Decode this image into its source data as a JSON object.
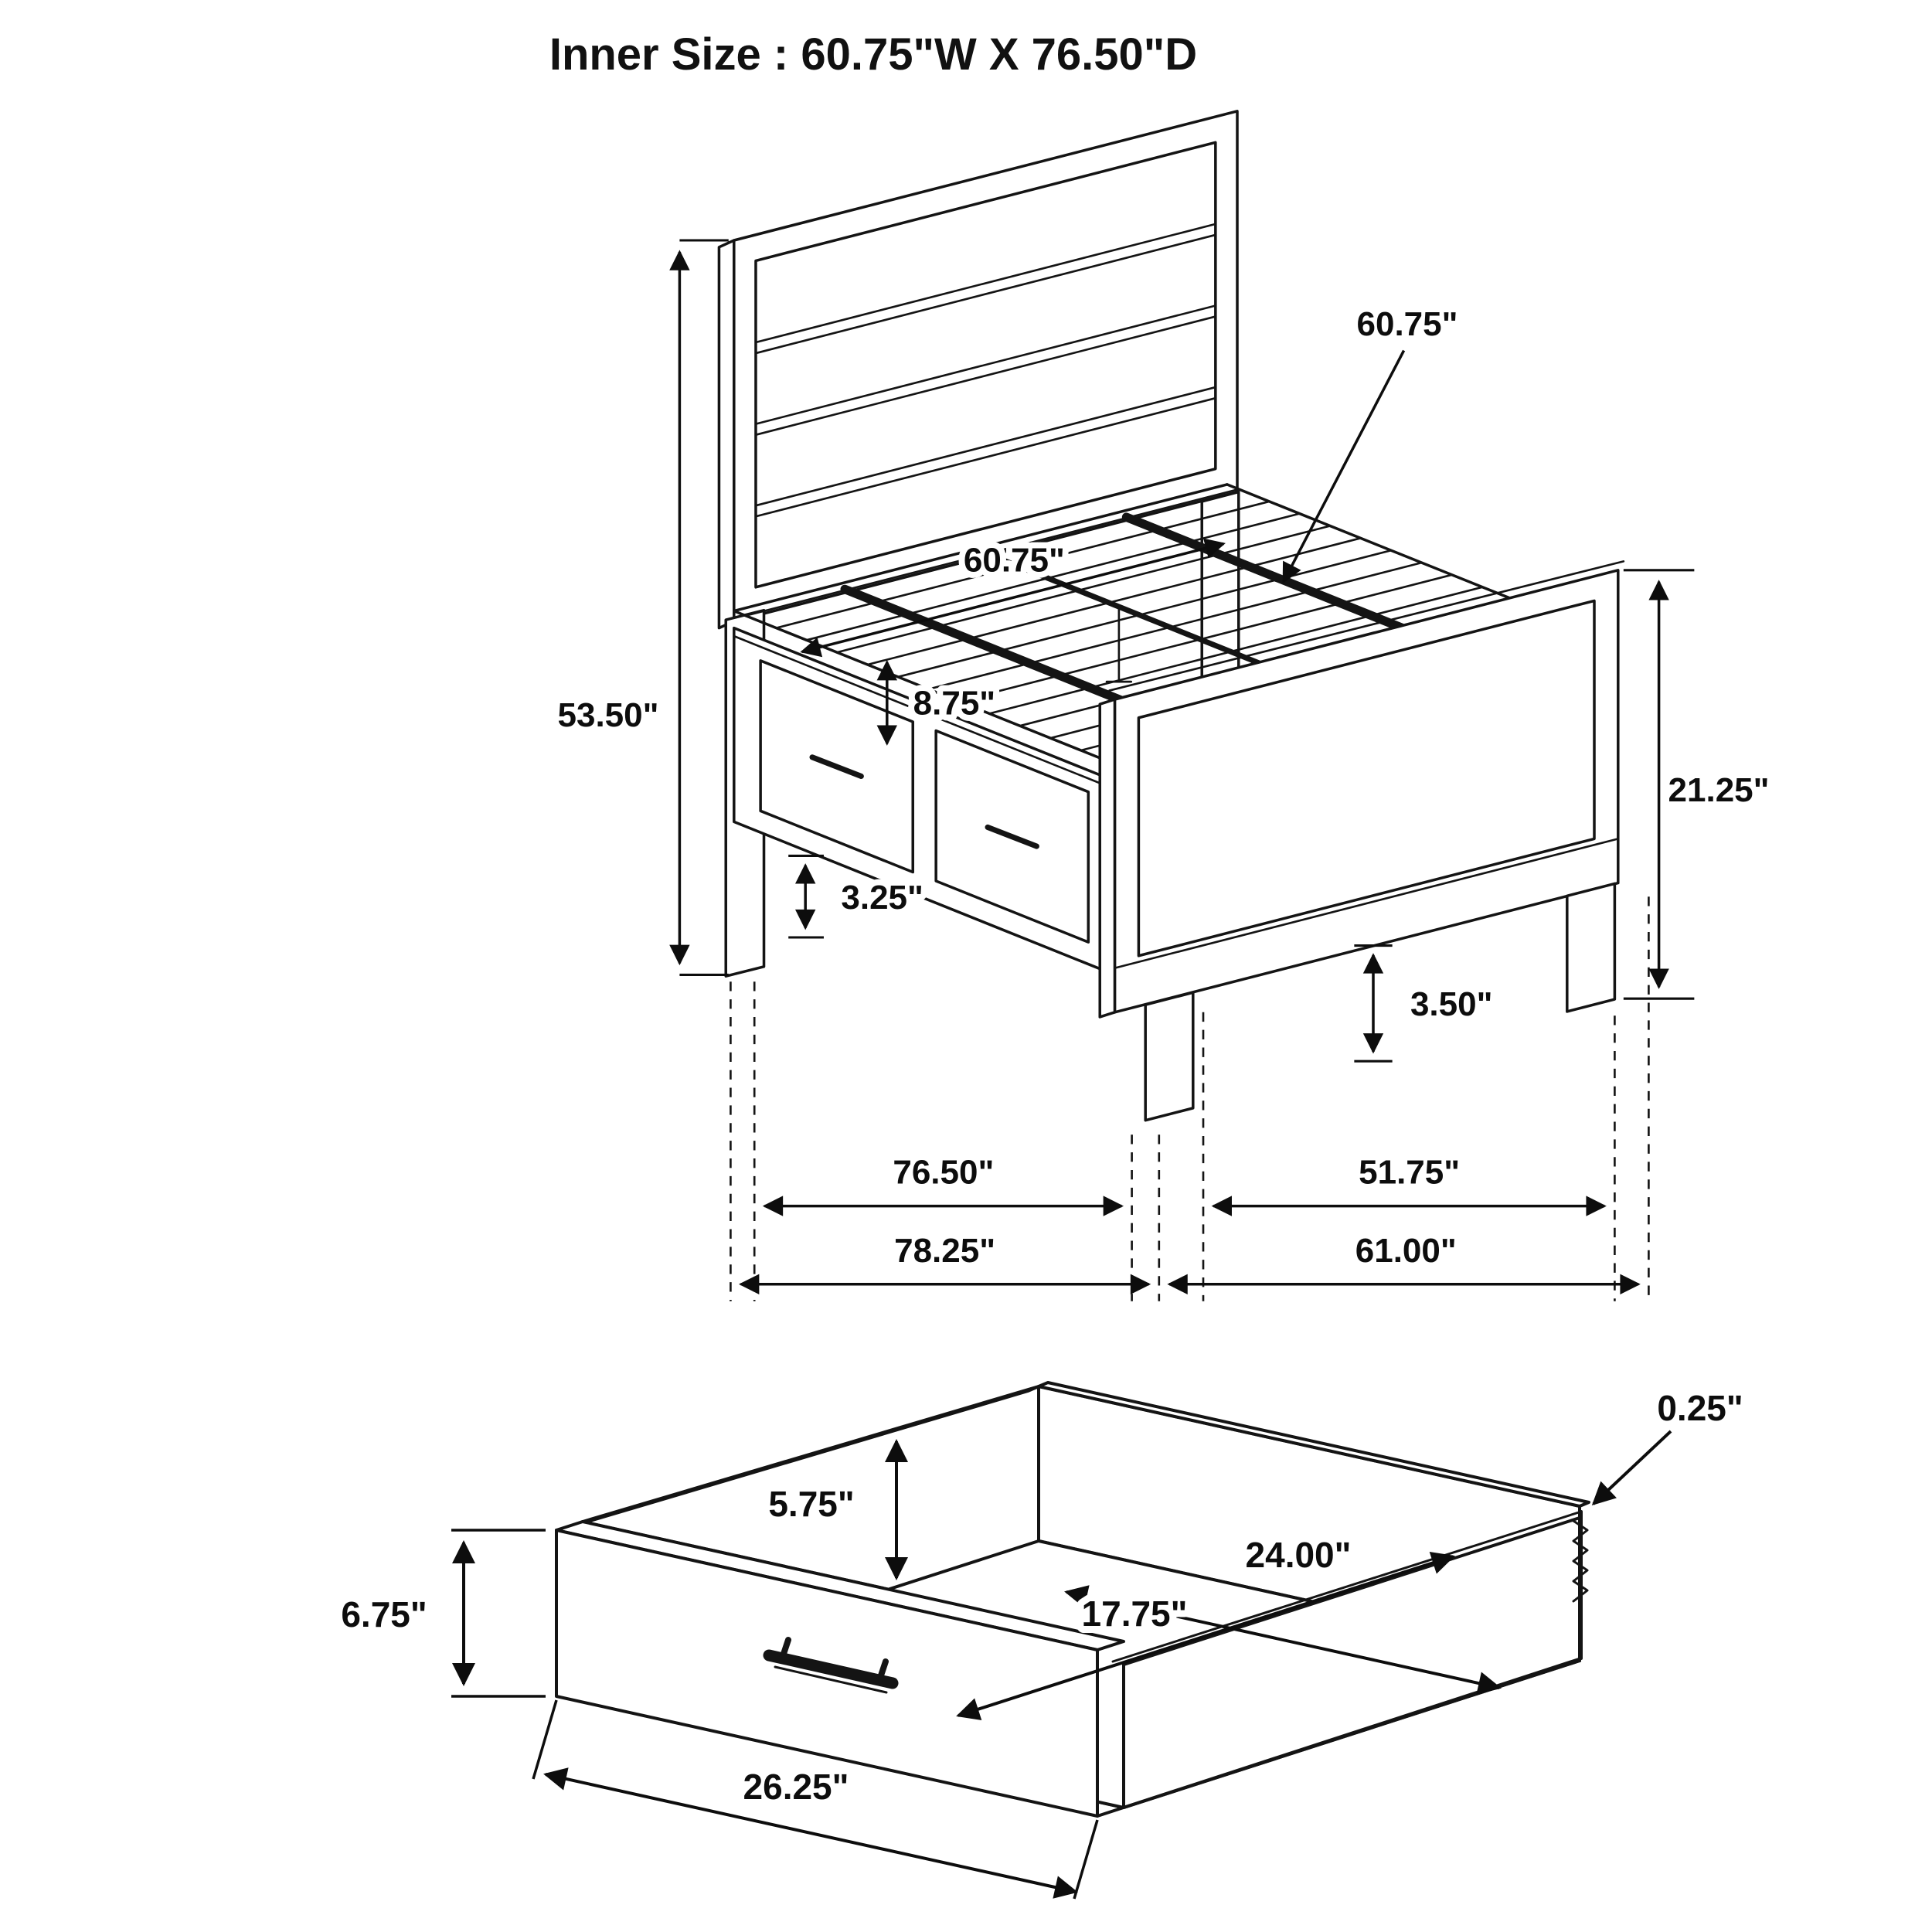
{
  "title": "Inner Size : 60.75\"W X 76.50\"D",
  "colors": {
    "line_color": "#141414",
    "background": "#ffffff"
  },
  "bed": {
    "headboard_height": "53.50\"",
    "slat_spacing": "8.75\"",
    "inner_width": "60.75\"",
    "inner_width_callout": "60.75\"",
    "footboard_height": "21.25\"",
    "drawer_bottom_gap": "3.25\"",
    "foot_height": "3.50\"",
    "inner_depth": "76.50\"",
    "footboard_width": "51.75\"",
    "overall_depth": "78.25\"",
    "overall_width": "61.00\""
  },
  "storage_drawer": {
    "outer_height": "6.75\"",
    "inner_height": "5.75\"",
    "inner_depth": "24.00\"",
    "inner_width": "17.75\"",
    "outer_width": "26.25\"",
    "side_thickness": "0.25\""
  }
}
